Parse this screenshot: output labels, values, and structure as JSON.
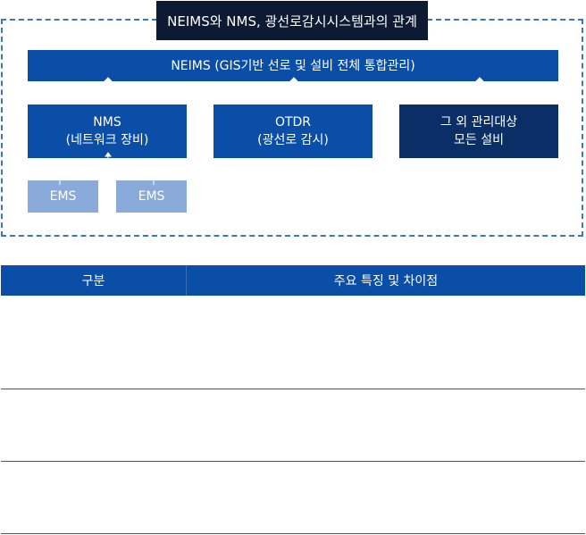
{
  "title": "NEIMS와 NMS, 광선로감시시스템과의 관계",
  "diagram": {
    "top_box": "NEIMS (GIS기반 선로 및 설비 전체 통합관리)",
    "nms": {
      "line1": "NMS",
      "line2": "(네트워크 장비)"
    },
    "otdr": {
      "line1": "OTDR",
      "line2": "(광선로 감시)"
    },
    "etc": {
      "line1": "그 외 관리대상",
      "line2": "모든 설비"
    },
    "ems1": "EMS",
    "ems2": "EMS"
  },
  "table": {
    "headers": [
      "구분",
      "주요 특징 및 차이점"
    ]
  },
  "colors": {
    "blue": "#0b4ea8",
    "navy": "#0a2f66",
    "light_blue": "#8aabd9",
    "title_bg": "#0c1a33",
    "dashed_border": "#3a76c4"
  }
}
